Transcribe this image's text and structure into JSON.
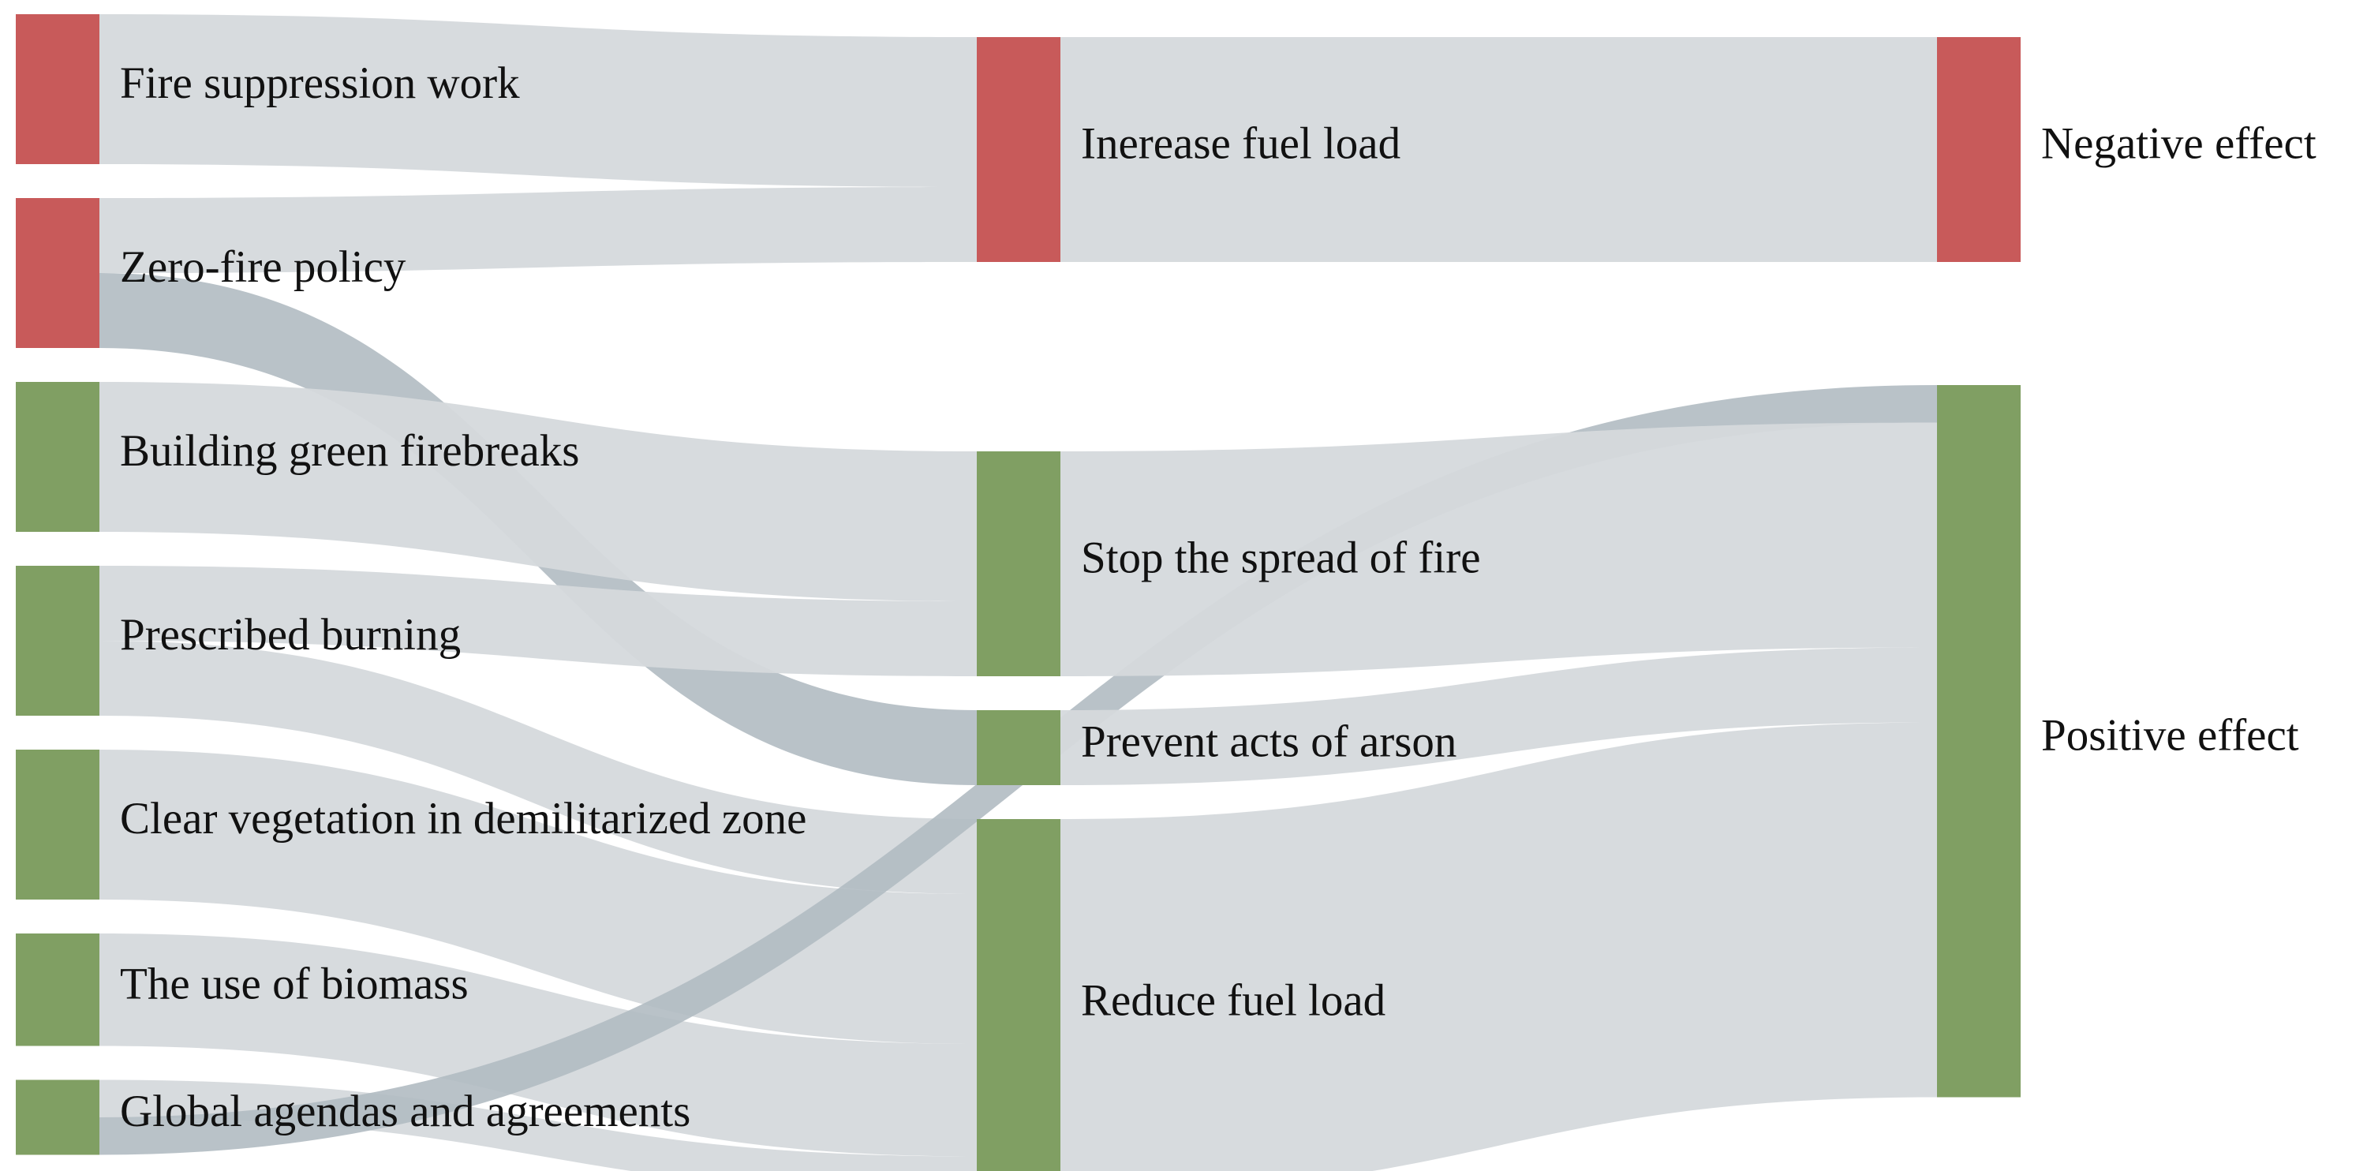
{
  "colors": {
    "negative": "#c85a5a",
    "positive": "#809f63",
    "link": "#d5d9dc",
    "link_highlight": "#b1bbc2"
  },
  "diagram": {
    "type": "sankey",
    "nodes": [
      {
        "id": "fire_suppression",
        "label": "Fire suppression work",
        "column": 0,
        "effect": "negative"
      },
      {
        "id": "zero_fire",
        "label": "Zero-fire policy",
        "column": 0,
        "effect": "negative"
      },
      {
        "id": "green_firebreaks",
        "label": "Building green firebreaks",
        "column": 0,
        "effect": "positive"
      },
      {
        "id": "prescribed_burning",
        "label": "Prescribed burning",
        "column": 0,
        "effect": "positive"
      },
      {
        "id": "clear_vegetation",
        "label": "Clear vegetation in demilitarized zone",
        "column": 0,
        "effect": "positive"
      },
      {
        "id": "biomass",
        "label": "The use of biomass",
        "column": 0,
        "effect": "positive"
      },
      {
        "id": "global_agendas",
        "label": "Global agendas and agreements",
        "column": 0,
        "effect": "positive"
      },
      {
        "id": "increase_fuel",
        "label": "Inerease fuel load",
        "column": 1,
        "effect": "negative"
      },
      {
        "id": "stop_spread",
        "label": "Stop the spread of fire",
        "column": 1,
        "effect": "positive"
      },
      {
        "id": "prevent_arson",
        "label": "Prevent acts of arson",
        "column": 1,
        "effect": "positive"
      },
      {
        "id": "reduce_fuel",
        "label": "Reduce fuel load",
        "column": 1,
        "effect": "positive"
      },
      {
        "id": "negative_effect",
        "label": "Negative effect",
        "column": 2,
        "effect": "negative"
      },
      {
        "id": "positive_effect",
        "label": "Positive effect",
        "column": 2,
        "effect": "positive"
      }
    ],
    "links": [
      {
        "source": "fire_suppression",
        "target": "increase_fuel",
        "value": 2
      },
      {
        "source": "zero_fire",
        "target": "increase_fuel",
        "value": 1
      },
      {
        "source": "zero_fire",
        "target": "prevent_arson",
        "value": 1,
        "highlight": true
      },
      {
        "source": "green_firebreaks",
        "target": "stop_spread",
        "value": 2
      },
      {
        "source": "prescribed_burning",
        "target": "stop_spread",
        "value": 1
      },
      {
        "source": "prescribed_burning",
        "target": "reduce_fuel",
        "value": 1
      },
      {
        "source": "clear_vegetation",
        "target": "reduce_fuel",
        "value": 2
      },
      {
        "source": "biomass",
        "target": "reduce_fuel",
        "value": 1.5
      },
      {
        "source": "global_agendas",
        "target": "reduce_fuel",
        "value": 0.5
      },
      {
        "source": "global_agendas",
        "target": "positive_effect",
        "value": 0.5,
        "highlight": true
      },
      {
        "source": "increase_fuel",
        "target": "negative_effect",
        "value": 3
      },
      {
        "source": "stop_spread",
        "target": "positive_effect",
        "value": 3
      },
      {
        "source": "prevent_arson",
        "target": "positive_effect",
        "value": 1
      },
      {
        "source": "reduce_fuel",
        "target": "positive_effect",
        "value": 5
      }
    ]
  }
}
